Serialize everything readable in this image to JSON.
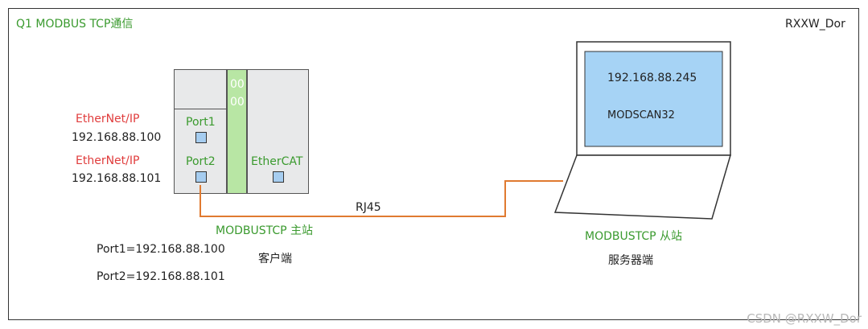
{
  "header": {
    "title": "Q1 MODBUS TCP通信",
    "author": "RXXW_Dor"
  },
  "plc": {
    "module_code_1": "00",
    "module_code_2": "00",
    "port1_label": "Port1",
    "port2_label": "Port2",
    "ethercat_label": "EtherCAT"
  },
  "left_labels": {
    "eip_1": "EtherNet/IP",
    "ip_1": "192.168.88.100",
    "eip_2": "EtherNet/IP",
    "ip_2": "192.168.88.101"
  },
  "master": {
    "title": "MODBUSTCP 主站",
    "role": "客户端",
    "port1_line": "Port1=192.168.88.100",
    "port2_line": "Port2=192.168.88.101"
  },
  "cable": {
    "label": "RJ45"
  },
  "laptop": {
    "ip": "192.168.88.245",
    "software": "MODSCAN32"
  },
  "slave": {
    "title": "MODBUSTCP 从站",
    "role": "服务器端"
  },
  "watermark": "CSDN @RXXW_Dor",
  "colors": {
    "green": "#3a9a2e",
    "red": "#e03c3c",
    "cable": "#e07a30",
    "screen": "#a6d3f5",
    "plc_bar": "#b8e6a4"
  }
}
